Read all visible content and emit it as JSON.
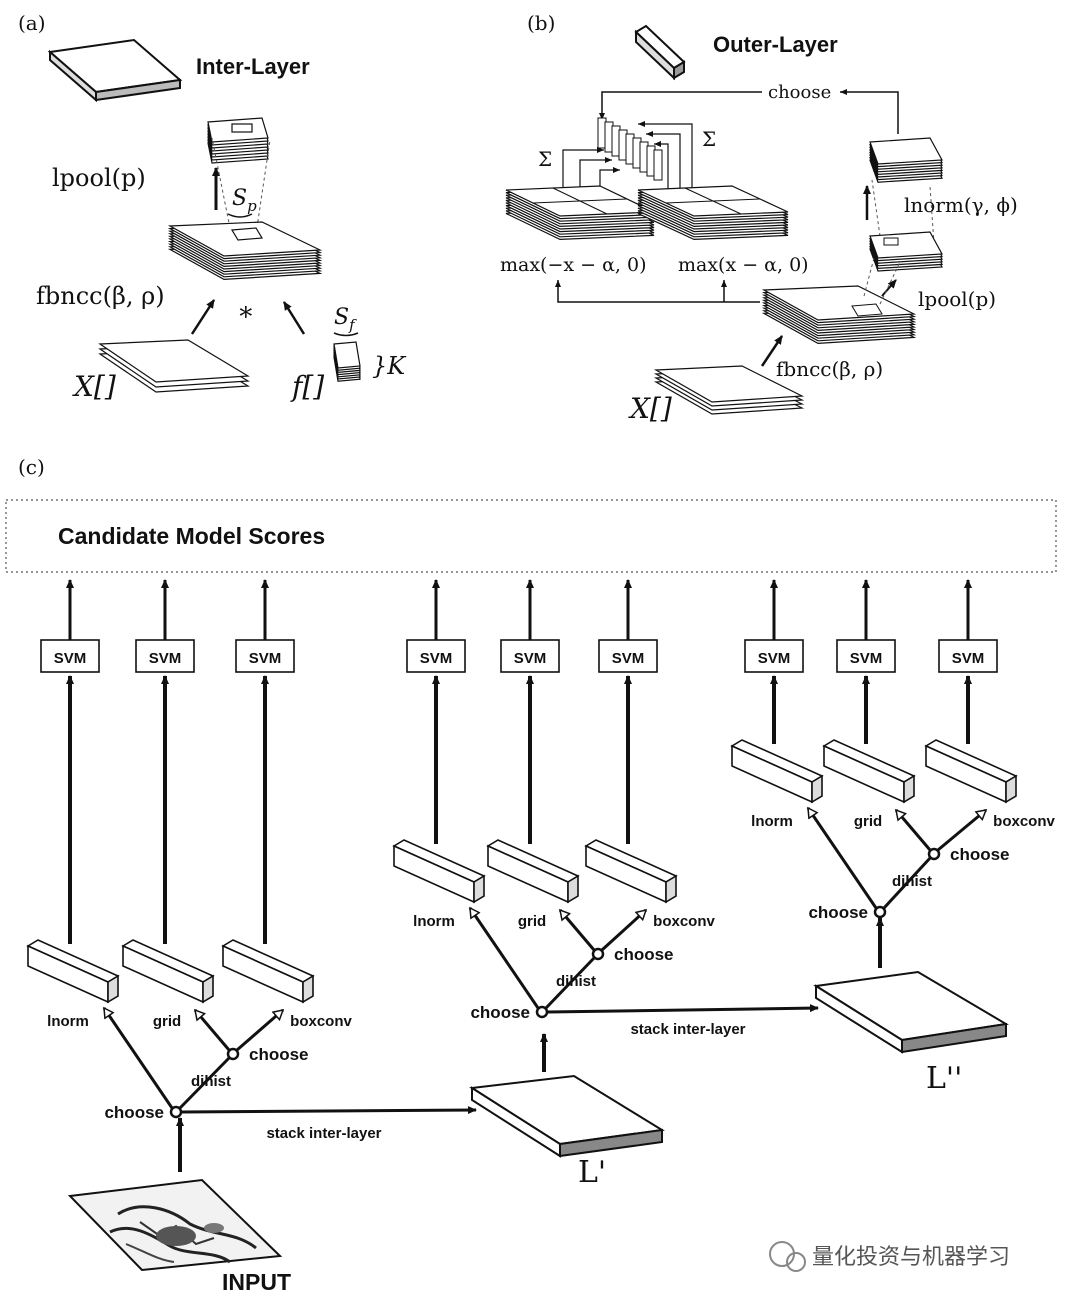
{
  "panel_a": {
    "label": "(a)",
    "title": "Inter-Layer",
    "lpool": "lpool(p)",
    "sp_main": "S",
    "sp_sub": "p",
    "fbncc": "fbncc(β, ρ)",
    "conv": "∗",
    "sf_main": "S",
    "sf_sub": "f",
    "k": "}K",
    "x_label": "X[]",
    "f_label": "f[]"
  },
  "panel_b": {
    "label": "(b)",
    "title": "Outer-Layer",
    "choose": "choose",
    "sigma_left": "Σ",
    "sigma_right": "Σ",
    "max_neg": "max(−x − α, 0)",
    "max_pos": "max(x − α, 0)",
    "lnorm": "lnorm(γ, ϕ)",
    "lpool": "lpool(p)",
    "fbncc": "fbncc(β, ρ)",
    "x_label": "X[]"
  },
  "panel_c": {
    "label": "(c)",
    "scores_title": "Candidate Model Scores",
    "svm": "SVM",
    "lnorm": "lnorm",
    "grid": "grid",
    "boxconv": "boxconv",
    "choose": "choose",
    "dihist": "dihist",
    "stack": "stack inter-layer",
    "input": "INPUT",
    "l1": "L'",
    "l2": "L''"
  },
  "watermark": "量化投资与机器学习"
}
